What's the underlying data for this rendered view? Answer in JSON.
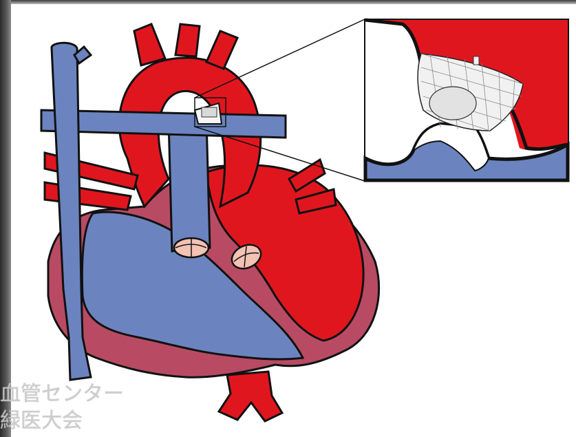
{
  "figure": {
    "subject": "heart-with-stented-ductus-inset",
    "colors": {
      "oxygenated": "#e0161f",
      "deoxygenated": "#6b84bf",
      "myocardium": "#b84b63",
      "valve": "#f2c2b3",
      "outline": "#111111",
      "background": "#ffffff"
    }
  },
  "watermark": {
    "line1": "血管センター",
    "line2": "緑医大会"
  }
}
